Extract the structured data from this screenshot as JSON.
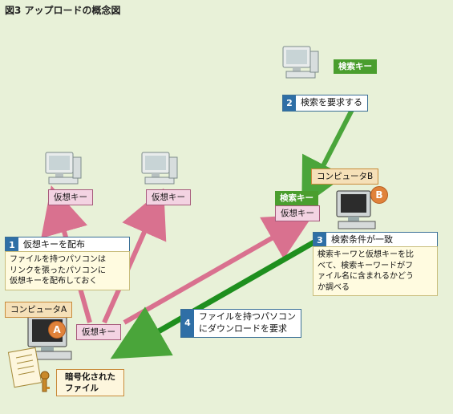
{
  "title": "図3 アップロードの概念図",
  "labels": {
    "virtual_key": "仮想キー",
    "search_key": "検索キー",
    "computer_a": "コンピュータA",
    "computer_b": "コンピュータB",
    "badge_a": "A",
    "badge_b": "B",
    "encrypted_file": [
      "暗号化された",
      "ファイル"
    ]
  },
  "steps": [
    {
      "num": "1",
      "text": [
        "仮想キーを配布"
      ],
      "note": [
        "ファイルを持つパソコンは",
        "リンクを張ったパソコンに",
        "仮想キーを配布しておく"
      ]
    },
    {
      "num": "2",
      "text": [
        "検索を要求する"
      ]
    },
    {
      "num": "3",
      "text": [
        "検索条件が一致"
      ],
      "note": [
        "検索キーワと仮想キーを比",
        "べて、検索キーワードがフ",
        "ァイル名に含まれるかどう",
        "か調べる"
      ]
    },
    {
      "num": "4",
      "text": [
        "ファイルを持つパソコン",
        "にダウンロードを要求"
      ]
    }
  ],
  "colors": {
    "background": "#e8f1d8",
    "pink_arrow": "#d9718f",
    "green_arrow": "#4aa53a",
    "step_number": "#2f6fa6",
    "badge": "#e0823a"
  }
}
